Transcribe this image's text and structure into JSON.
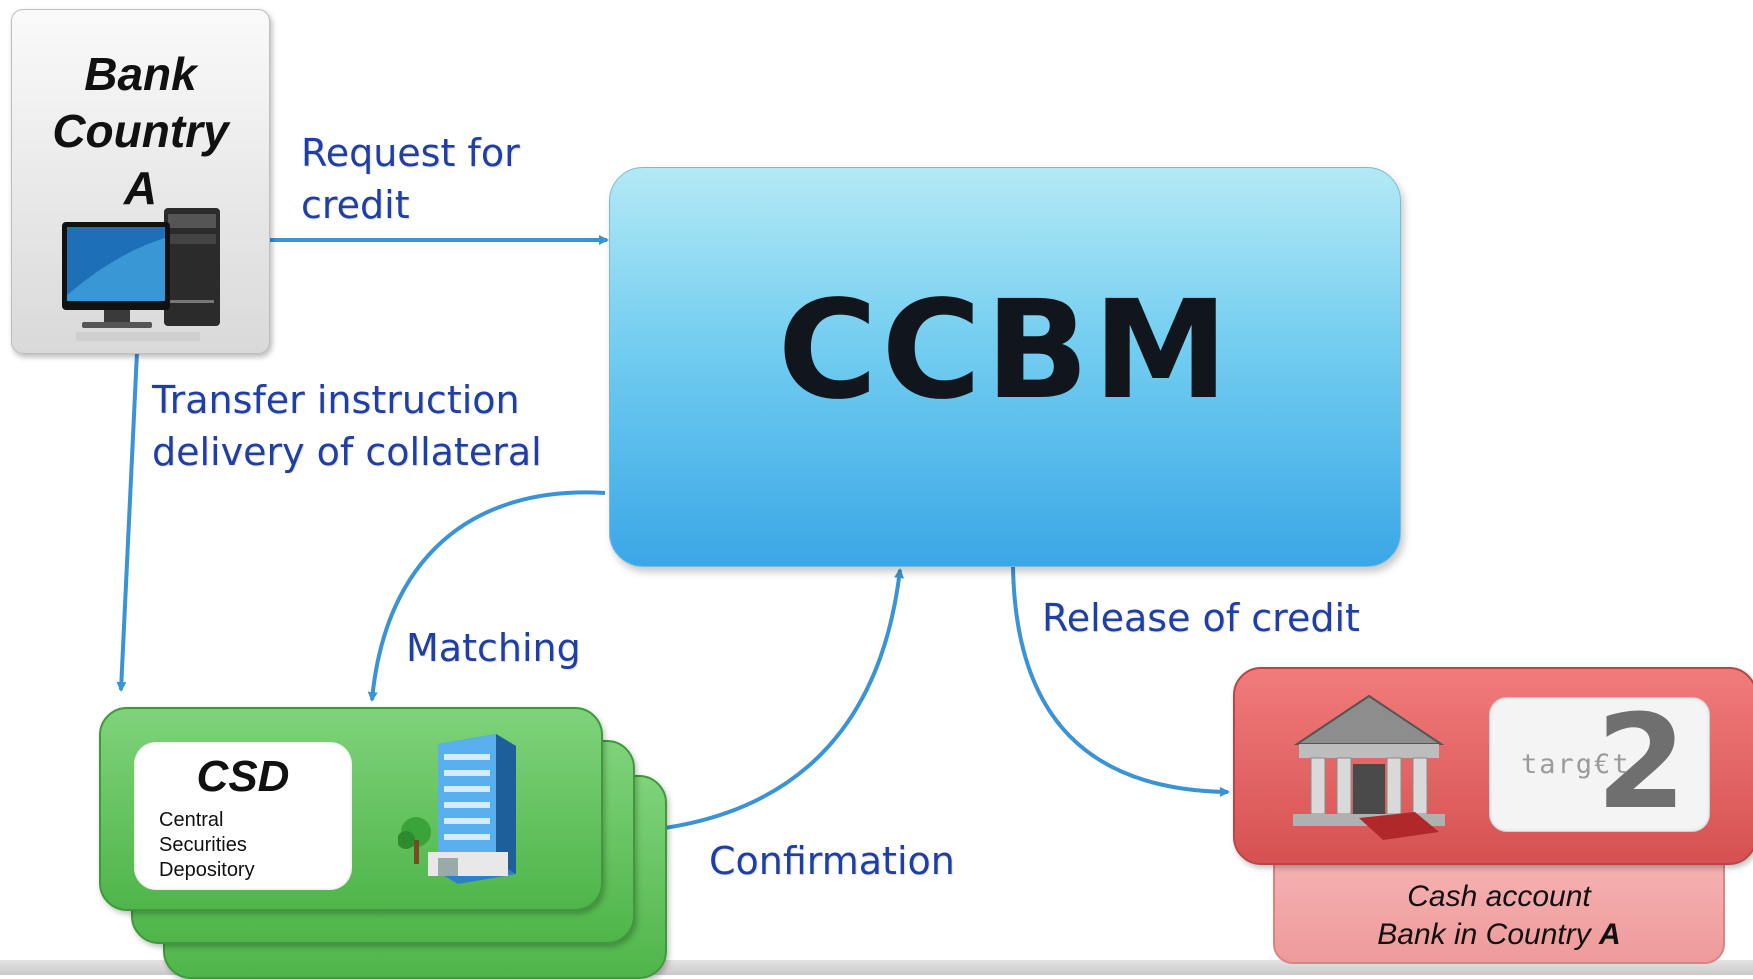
{
  "bank": {
    "title": "Bank\nCountry\nA"
  },
  "ccbm": {
    "label": "CCBM"
  },
  "csd": {
    "title": "CSD",
    "description": "Central\nSecurities\nDepository"
  },
  "cash_account": {
    "line1": "Cash account",
    "line2_prefix": "Bank in Country ",
    "line2_bold": "A"
  },
  "target2": {
    "word": "targ€t",
    "number": "2"
  },
  "flows": {
    "request_credit": "Request for\ncredit",
    "transfer_instruction": "Transfer instruction\ndelivery of collateral",
    "matching": "Matching",
    "confirmation": "Confirmation",
    "release_credit": "Release of credit"
  },
  "colors": {
    "arrow": "#3a93d4",
    "label_text": "#1f3fa6",
    "ccbm_box": "#5cc2ee",
    "csd_green": "#5cc257",
    "cash_red": "#e36464"
  }
}
